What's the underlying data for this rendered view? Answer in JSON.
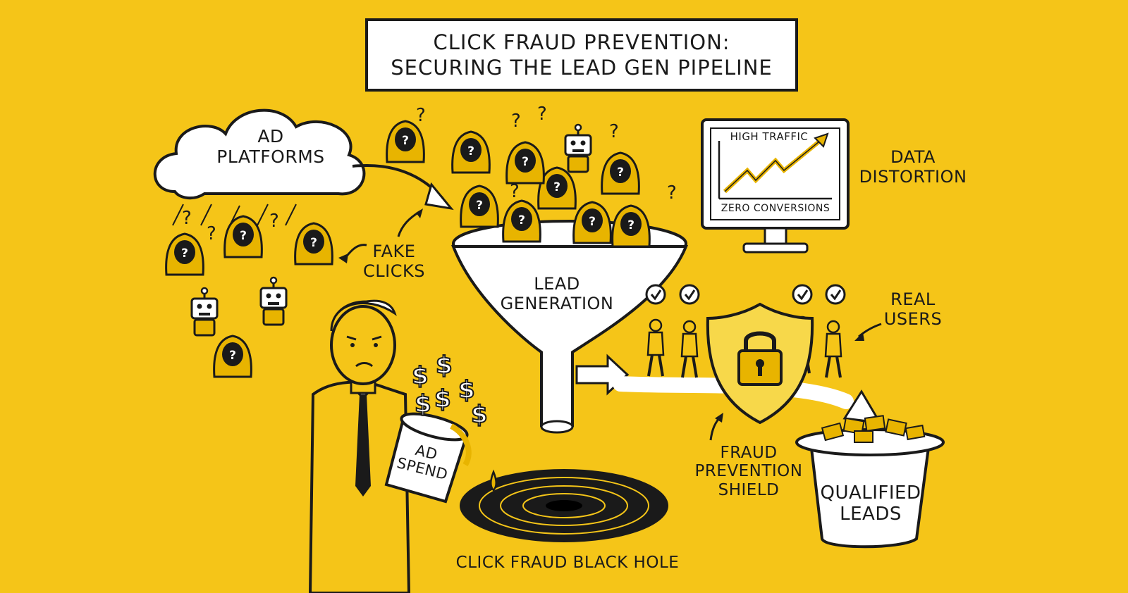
{
  "title": {
    "line1": "CLICK FRAUD PREVENTION:",
    "line2": "SECURING THE LEAD GEN PIPELINE"
  },
  "labels": {
    "ad_platforms": [
      "AD",
      "PLATFORMS"
    ],
    "fake_clicks": [
      "FAKE",
      "CLICKS"
    ],
    "lead_generation": [
      "LEAD",
      "GENERATION"
    ],
    "high_traffic": "HIGH TRAFFIC",
    "zero_conversions": "ZERO CONVERSIONS",
    "data_distortion": [
      "DATA",
      "DISTORTION"
    ],
    "real_users": [
      "REAL",
      "USERS"
    ],
    "fraud_prevention_shield": [
      "FRAUD",
      "PREVENTION",
      "SHIELD"
    ],
    "qualified_leads": [
      "QUALIFIED",
      "LEADS"
    ],
    "ad_spend": [
      "AD",
      "SPEND"
    ],
    "black_hole": "CLICK FRAUD BLACK HOLE"
  },
  "colors": {
    "background": "#f5c518",
    "ink": "#1a1a1a",
    "paper": "#ffffff",
    "accent": "#e8b400"
  },
  "icons": [
    "cloud-icon",
    "hooded-figure-icon",
    "robot-icon",
    "funnel-icon",
    "monitor-chart-icon",
    "shield-lock-icon",
    "check-icon",
    "person-icon",
    "bucket-icon",
    "black-hole-icon",
    "dollar-icon"
  ]
}
